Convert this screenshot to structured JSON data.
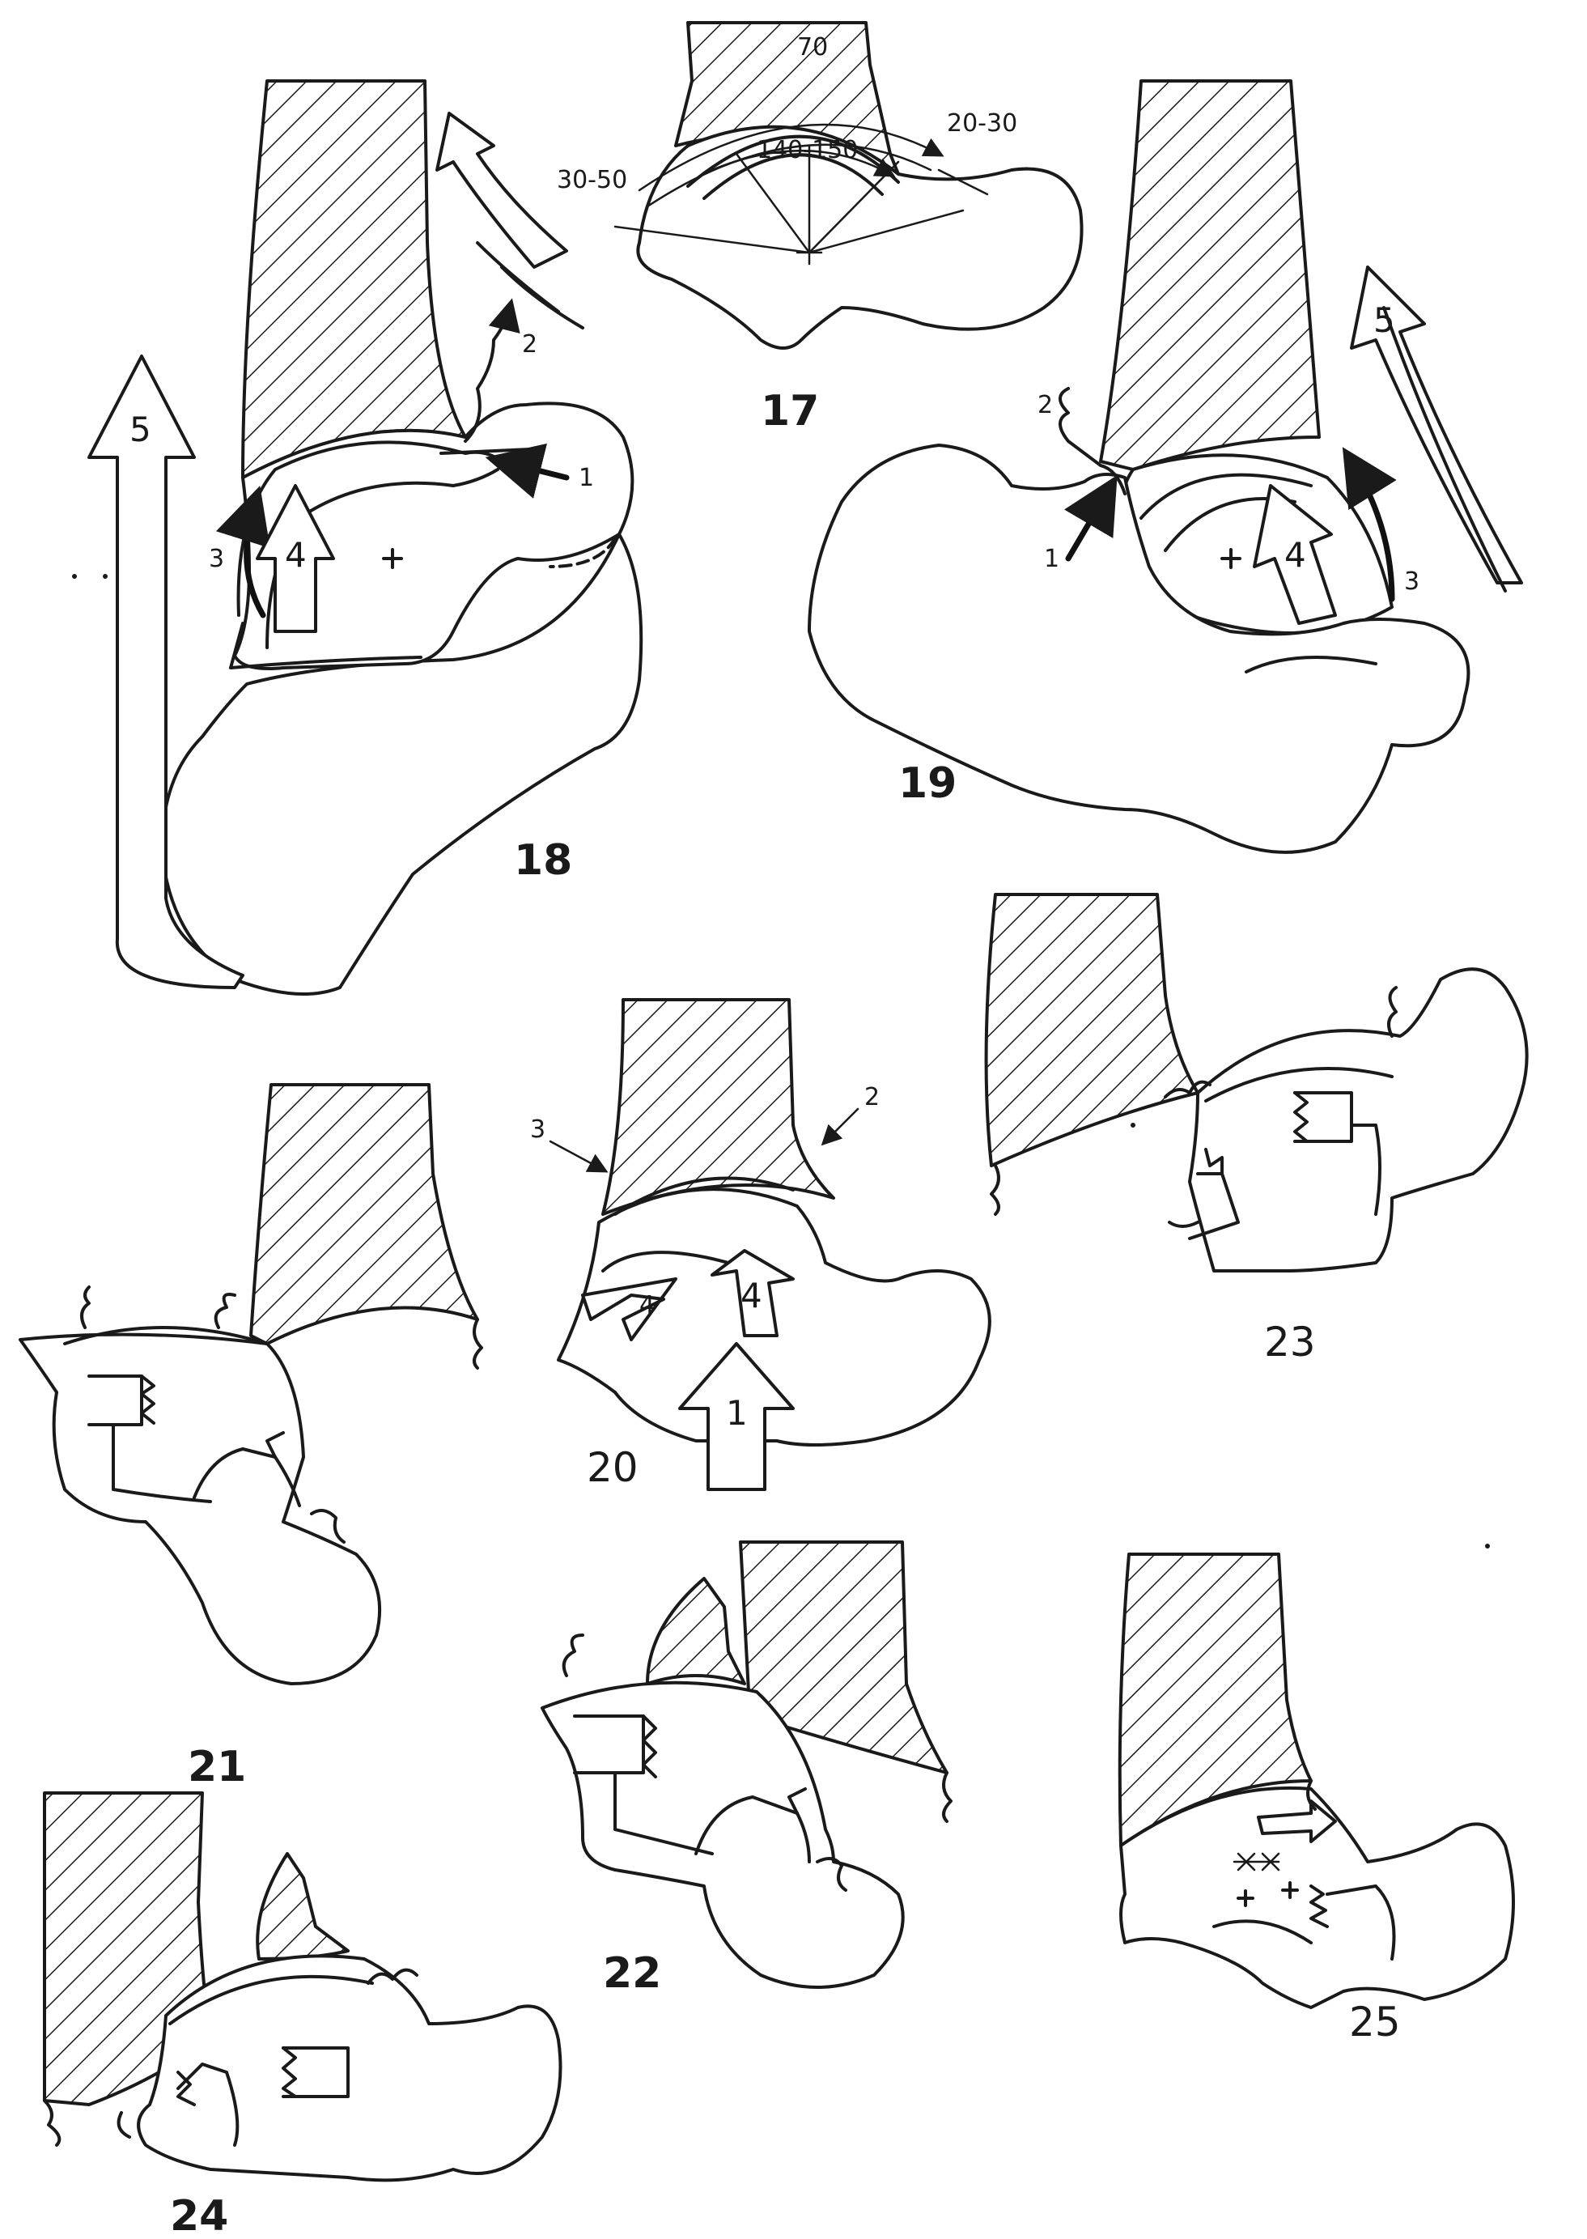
{
  "figures": {
    "f17": {
      "number": "17",
      "angles": {
        "a": "70",
        "b": "20-30",
        "c": "30-50",
        "d": "140-150"
      }
    },
    "f18": {
      "number": "18",
      "labels": {
        "l1": "1",
        "l2": "2",
        "l3": "3",
        "l4": "4",
        "l5": "5"
      }
    },
    "f19": {
      "number": "19",
      "labels": {
        "l1": "1",
        "l2": "2",
        "l3": "3",
        "l4": "4",
        "l5": "5"
      }
    },
    "f20": {
      "number": "20",
      "labels": {
        "l1": "1",
        "l2": "2",
        "l3": "3",
        "l4a": "4",
        "l4b": "4"
      }
    },
    "f21": {
      "number": "21"
    },
    "f22": {
      "number": "22"
    },
    "f23": {
      "number": "23"
    },
    "f24": {
      "number": "24"
    },
    "f25": {
      "number": "25"
    }
  }
}
